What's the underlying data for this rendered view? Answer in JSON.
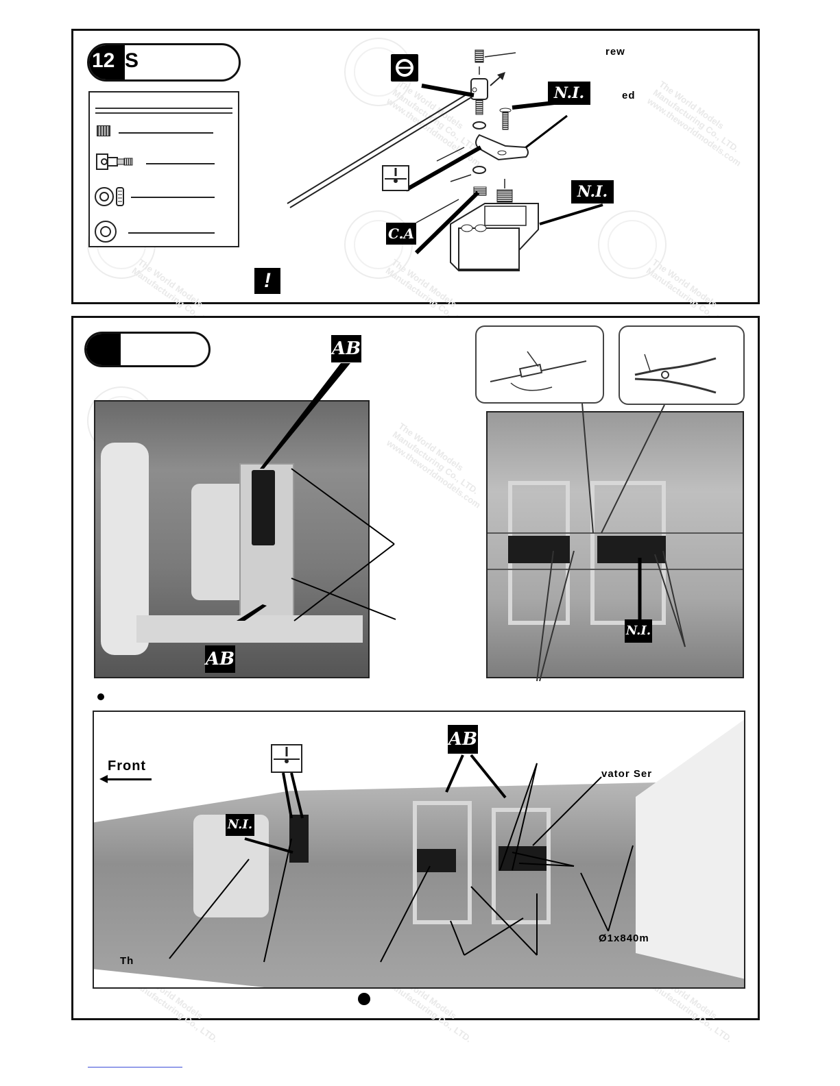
{
  "step": {
    "number": "12",
    "title": "S"
  },
  "top_panel_labels": {
    "screw": "rew",
    "included": "ed"
  },
  "badges": {
    "ni": "N.I.",
    "ca": "C.A",
    "ab": "AB",
    "warning": "!"
  },
  "bottom_labels": {
    "front": "Front",
    "elevator_servo": "vator Ser",
    "pushrod": "Ø1x840m",
    "throttle": "Th"
  },
  "icons": {
    "screwdriver": "screwdriver-icon",
    "glue": "glue-dot-icon",
    "warning": "warning-icon"
  },
  "colors": {
    "border": "#111111",
    "badge_bg": "#000000",
    "badge_fg": "#ffffff",
    "photo_bg": "#8a8a8a"
  }
}
